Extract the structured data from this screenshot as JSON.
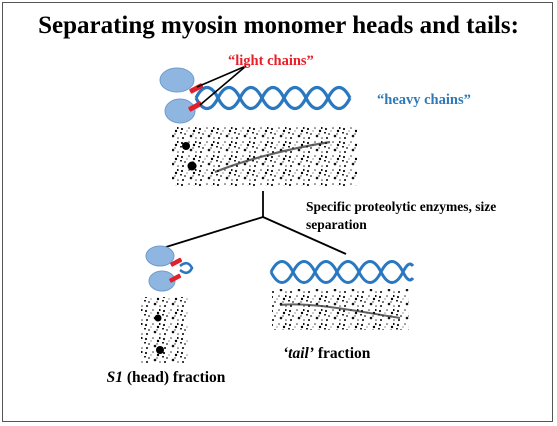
{
  "title": "Separating myosin monomer heads and tails:",
  "labels": {
    "light_chains": "“light chains”",
    "heavy_chains": "“heavy chains”",
    "enzymes": "Specific proteolytic enzymes, size separation",
    "tail_prefix": "‘tail’",
    "tail_suffix": " fraction",
    "s1_prefix": "S1",
    "s1_suffix": " (head) fraction"
  },
  "colors": {
    "heavy_chain_blue": "#2a78c0",
    "head_blue": "#8fb6e0",
    "light_chain_red": "#e0202a",
    "text_red": "#e8202a",
    "text_blue": "#2e7ab8"
  }
}
